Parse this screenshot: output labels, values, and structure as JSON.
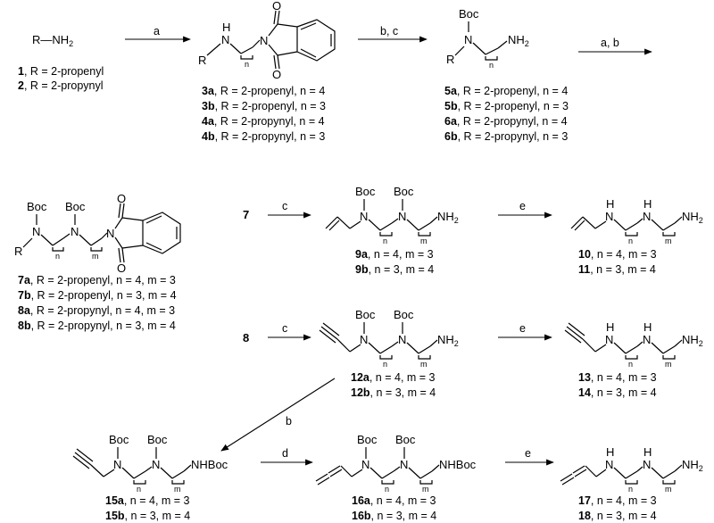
{
  "reagents": {
    "r1": "a",
    "r2": "b, c",
    "r3": "a, b",
    "r4": "c",
    "r5": "e",
    "r6": "c",
    "r7": "e",
    "r8": "b",
    "r9": "d",
    "r10": "e"
  },
  "atoms": {
    "R": "R",
    "NH2": "NH",
    "two": "2",
    "N": "N",
    "H": "H",
    "O": "O",
    "Boc": "Boc",
    "n": "n",
    "m": "m",
    "NHBoc": "NHBoc",
    "dash": "—"
  },
  "compounds": {
    "c1": {
      "num": "1",
      "text": ", R = 2-propenyl"
    },
    "c2": {
      "num": "2",
      "text": ", R = 2-propynyl"
    },
    "c3a": {
      "num": "3a",
      "text": ", R = 2-propenyl, n = 4"
    },
    "c3b": {
      "num": "3b",
      "text": ", R = 2-propenyl, n = 3"
    },
    "c4a": {
      "num": "4a",
      "text": ", R = 2-propynyl, n = 4"
    },
    "c4b": {
      "num": "4b",
      "text": ", R = 2-propynyl, n = 3"
    },
    "c5a": {
      "num": "5a",
      "text": ", R = 2-propenyl, n = 4"
    },
    "c5b": {
      "num": "5b",
      "text": ", R = 2-propenyl, n = 3"
    },
    "c6a": {
      "num": "6a",
      "text": ", R = 2-propynyl, n = 4"
    },
    "c6b": {
      "num": "6b",
      "text": ", R = 2-propynyl, n = 3"
    },
    "c7a": {
      "num": "7a",
      "text": ", R = 2-propenyl, n = 4, m =  3"
    },
    "c7b": {
      "num": "7b",
      "text": ", R = 2-propenyl, n = 3, m =  4"
    },
    "c8a": {
      "num": "8a",
      "text": ", R = 2-propynyl, n = 4, m =  3"
    },
    "c8b": {
      "num": "8b",
      "text": ", R = 2-propynyl, n = 3, m =  4"
    },
    "c9a": {
      "num": "9a",
      "text": ", n = 4, m =  3"
    },
    "c9b": {
      "num": "9b",
      "text": ", n = 3, m =  4"
    },
    "c10": {
      "num": "10",
      "text": ", n = 4, m =  3"
    },
    "c11": {
      "num": "11",
      "text": ", n = 3, m =  4"
    },
    "c12a": {
      "num": "12a",
      "text": ", n = 4, m =  3"
    },
    "c12b": {
      "num": "12b",
      "text": ", n = 3, m =  4"
    },
    "c13": {
      "num": "13",
      "text": ", n = 4, m =  3"
    },
    "c14": {
      "num": "14",
      "text": ", n = 3, m =  4"
    },
    "c15a": {
      "num": "15a",
      "text": ", n = 4, m =  3"
    },
    "c15b": {
      "num": "15b",
      "text": ", n = 3, m =  4"
    },
    "c16a": {
      "num": "16a",
      "text": ", n = 4, m =  3"
    },
    "c16b": {
      "num": "16b",
      "text": ", n = 3, m =  4"
    },
    "c17": {
      "num": "17",
      "text": ", n = 4, m =  3"
    },
    "c18": {
      "num": "18",
      "text": ", n = 3, m =  4"
    }
  },
  "start_labels": {
    "s7": "7",
    "s8": "8"
  }
}
